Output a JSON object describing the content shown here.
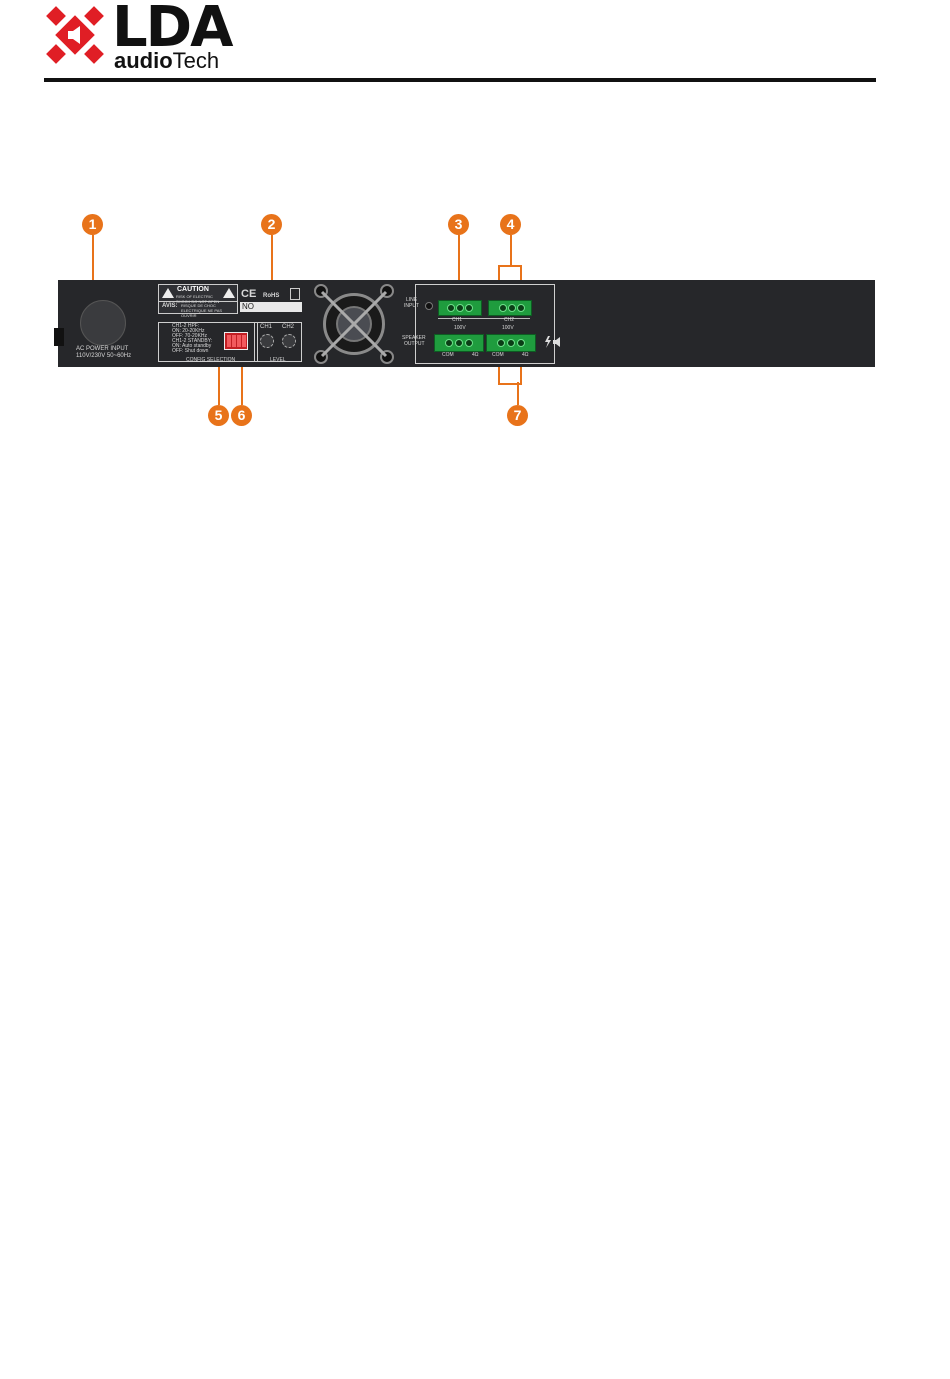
{
  "header": {
    "brand_main": "LDA",
    "brand_sub_a": "audio",
    "brand_sub_b": "Tech"
  },
  "callouts": [
    "1",
    "2",
    "3",
    "4",
    "5",
    "6",
    "7"
  ],
  "panel": {
    "ac_input_line1": "AC POWER INPUT",
    "ac_input_line2": "110V/230V 50~60Hz",
    "caution": "CAUTION",
    "caution_sub": "RISK OF ELECTRIC SHOCK DO NOT OPEN",
    "avis": "AVIS:",
    "avis_sub": "RISQUE DE CHOC ELECTRIQUE NE PAS OUVRIR",
    "ce": "CE",
    "rohs": "RoHS",
    "no_label": "NO",
    "config_line1": "CH1-2 HPF:",
    "config_line2": "ON: 20-20KHz",
    "config_line3": "OFF: 70-20KHz",
    "config_line4": "CH1-2 STANDBY:",
    "config_line5": "ON: Auto standby",
    "config_line6": "OFF: Shut down",
    "config_selection": "CONFIG SELECTION",
    "ch1": "CH1",
    "ch2": "CH2",
    "level": "LEVEL",
    "line_input_1": "LINE",
    "line_input_2": "INPUT",
    "speaker_output_1": "SPEAKER",
    "speaker_output_2": "OUTPUT",
    "ch1_b": "CH1",
    "ch2_b": "CH2",
    "v100_a": "100V",
    "v100_b": "100V",
    "com_a": "COM",
    "com_b": "COM",
    "ohm_a": "4Ω",
    "ohm_b": "4Ω"
  },
  "colors": {
    "accent_orange": "#e8731a",
    "logo_red": "#e01e25",
    "panel": "#26272a",
    "terminal_green": "#1f9c3e"
  }
}
